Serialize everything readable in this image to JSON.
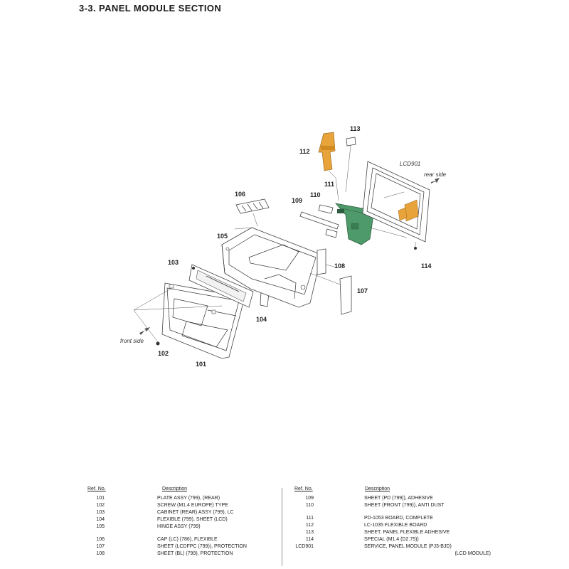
{
  "section_title": "3-3.  PANEL  MODULE  SECTION",
  "diagram": {
    "labels": {
      "p101": "101",
      "p102": "102",
      "p103": "103",
      "p104": "104",
      "p105": "105",
      "p106": "106",
      "p107": "107",
      "p108": "108",
      "p109": "109",
      "p110": "110",
      "p111": "111",
      "p112": "112",
      "p113": "113",
      "p114": "114",
      "lcd": "LCD901",
      "rear": "rear side",
      "front": "front side"
    },
    "colors": {
      "flex_orange": "#e8a33a",
      "board_green": "#4f9a6a"
    }
  },
  "table_headers": {
    "ref": "Ref. No.",
    "desc": "Description"
  },
  "left_rows": [
    {
      "ref": "101",
      "desc": "PLATE ASSY (799), (REAR)"
    },
    {
      "ref": "102",
      "desc": "SCREW (M1.4 EUROPE) TYPE"
    },
    {
      "ref": "103",
      "desc": "CABINET (REAR) ASSY (799), LC"
    },
    {
      "ref": "104",
      "desc": "FLEXIBLE (799), SHEET (LCD)"
    },
    {
      "ref": "105",
      "desc": "HINGE ASSY (799)"
    },
    {
      "ref": "106",
      "desc": "CAP (LC) (786), FLEXIBLE"
    },
    {
      "ref": "107",
      "desc": "SHEET (LCDFPC (799)), PROTECTION"
    },
    {
      "ref": "108",
      "desc": "SHEET (BL) (799), PROTECTION"
    }
  ],
  "right_rows": [
    {
      "ref": "109",
      "desc": "SHEET (PD (799)), ADHESIVE"
    },
    {
      "ref": "110",
      "desc": "SHEET (FRONT (799)), ANTI DUST"
    },
    {
      "ref": "111",
      "desc": "PD-1053 BOARD, COMPLETE"
    },
    {
      "ref": "112",
      "desc": "LC-1035 FLEXIBLE BOARD"
    },
    {
      "ref": "113",
      "desc": "SHEET, PANEL FLEXIBLE ADHESIVE"
    },
    {
      "ref": "114",
      "desc": "SPECIAL (M1.4 (D2.75))"
    },
    {
      "ref": "LCD901",
      "desc": "SERVICE, PANEL MODULE (PJ3-BJD)"
    }
  ],
  "right_continuation": "(LCD MODULE)"
}
